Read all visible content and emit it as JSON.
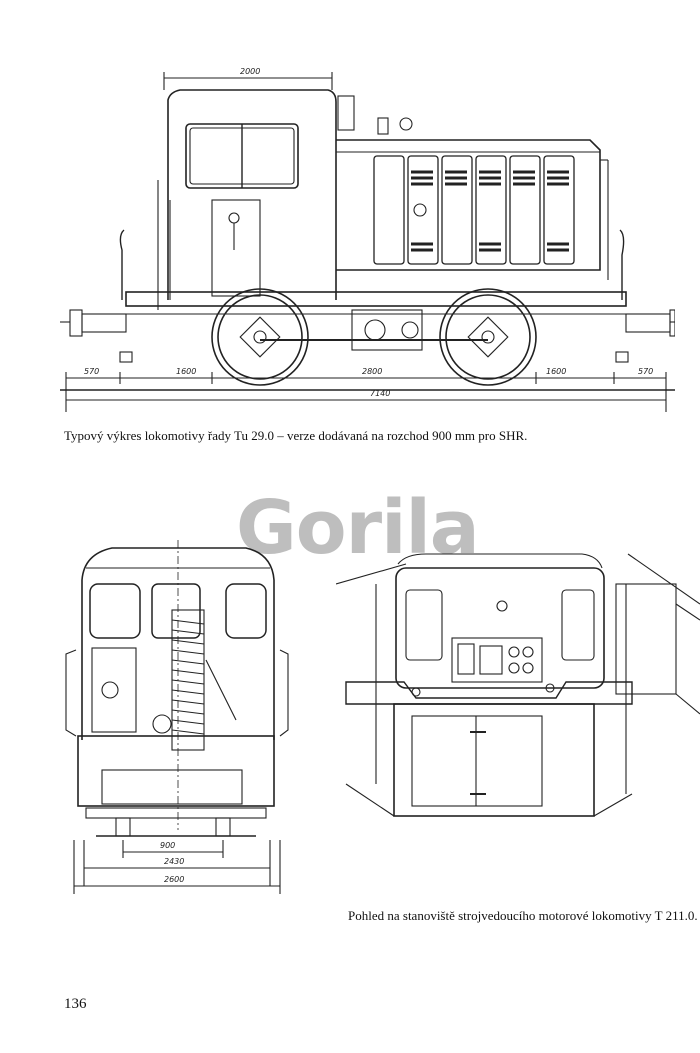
{
  "page_number": "136",
  "watermark": "Gorila",
  "figure_top": {
    "caption": "Typový výkres lokomotivy řady Tu 29.0 – verze dodávaná na rozchod 900 mm pro SHR.",
    "dimensions": {
      "cab_width": "2000",
      "buffer_left": "570",
      "front": "1600",
      "wheelbase": "2800",
      "rear": "1600",
      "buffer_right": "570",
      "total_length": "7140"
    }
  },
  "figure_front": {
    "dimensions": {
      "gauge": "900",
      "inner_width": "2430",
      "total_width": "2600"
    }
  },
  "figure_cab": {
    "caption": "Pohled na stanoviště strojvedoucího motorové lokomotivy T 211.0."
  }
}
